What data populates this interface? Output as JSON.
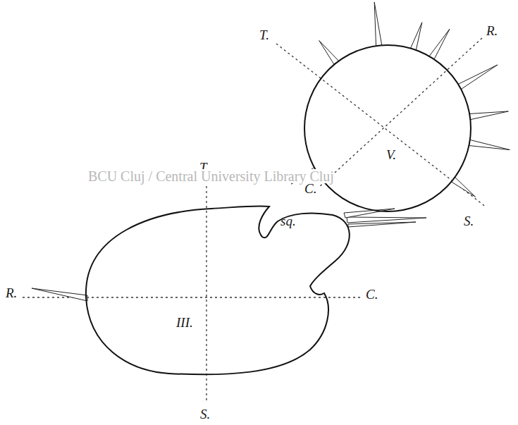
{
  "diagram": {
    "nodes": [
      {
        "text": [
          "III.",
          "sq."
        ]
      },
      {
        "text": [
          "V."
        ]
      }
    ],
    "labels": [
      "T.",
      "R.",
      "C.",
      "S.",
      "T.",
      "R.",
      "C.",
      "S.",
      "BCU Cluj / Central University Library Cluj"
    ]
  }
}
